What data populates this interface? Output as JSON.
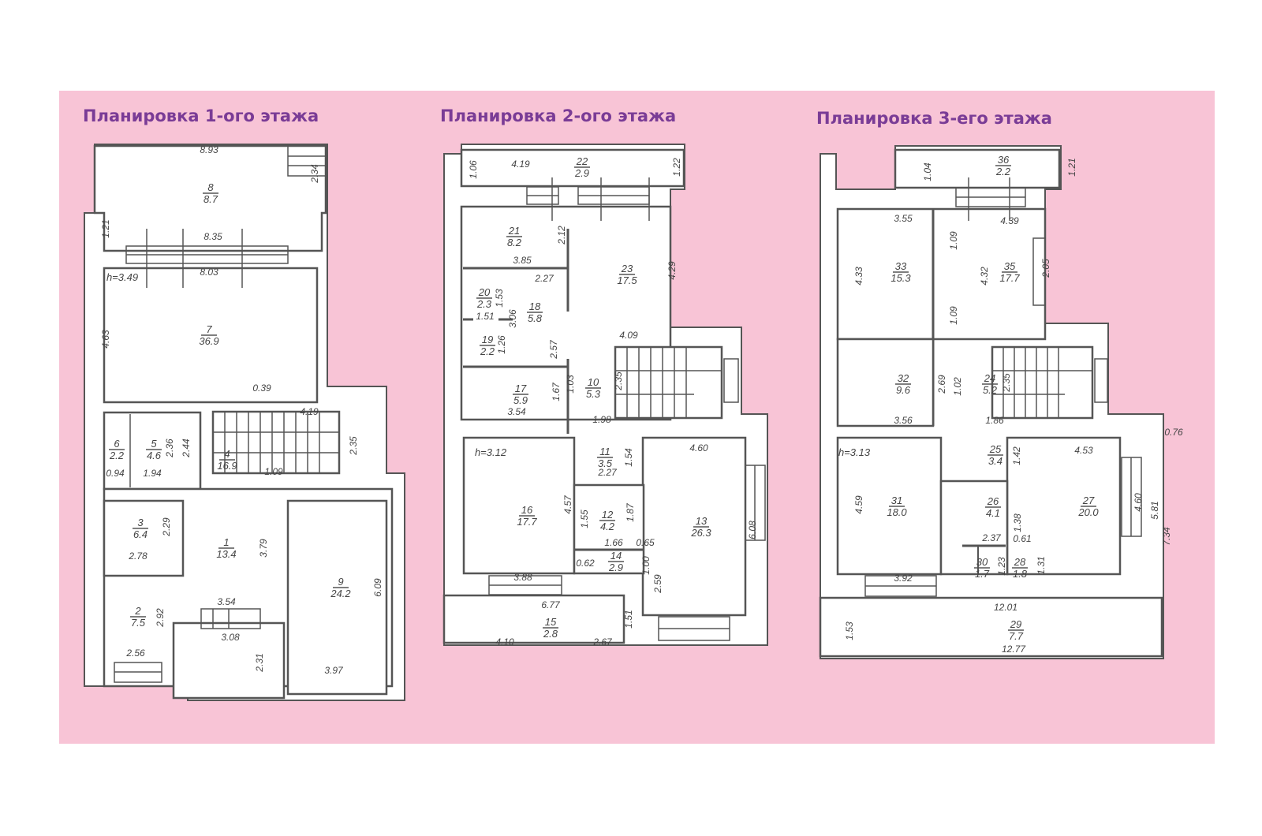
{
  "colors": {
    "background": "#f8c4d6",
    "title": "#7a3c96",
    "lines": "#555555"
  },
  "floors": [
    {
      "title": "Планировка 1-ого этажа",
      "height": "h=3.49",
      "rooms": [
        {
          "no": "8",
          "area": "8.7"
        },
        {
          "no": "7",
          "area": "36.9"
        },
        {
          "no": "6",
          "area": "2.2"
        },
        {
          "no": "5",
          "area": "4.6"
        },
        {
          "no": "4",
          "area": "16.9"
        },
        {
          "no": "3",
          "area": "6.4"
        },
        {
          "no": "1",
          "area": "13.4"
        },
        {
          "no": "9",
          "area": "24.2"
        },
        {
          "no": "2",
          "area": "7.5"
        }
      ],
      "dims": [
        "8.93",
        "2.34",
        "1.21",
        "8.35",
        "8.03",
        "4.63",
        "0.39",
        "4.19",
        "2.35",
        "2.36",
        "2.44",
        "0.94",
        "1.94",
        "1.09",
        "2.29",
        "2.78",
        "3.79",
        "6.09",
        "3.54",
        "2.92",
        "3.08",
        "2.56",
        "2.31",
        "3.97"
      ]
    },
    {
      "title": "Планировка 2-ого этажа",
      "height": "h=3.12",
      "rooms": [
        {
          "no": "22",
          "area": "2.9"
        },
        {
          "no": "21",
          "area": "8.2"
        },
        {
          "no": "23",
          "area": "17.5"
        },
        {
          "no": "20",
          "area": "2.3"
        },
        {
          "no": "18",
          "area": "5.8"
        },
        {
          "no": "19",
          "area": "2.2"
        },
        {
          "no": "17",
          "area": "5.9"
        },
        {
          "no": "10",
          "area": "5.3"
        },
        {
          "no": "16",
          "area": "17.7"
        },
        {
          "no": "11",
          "area": "3.5"
        },
        {
          "no": "12",
          "area": "4.2"
        },
        {
          "no": "13",
          "area": "26.3"
        },
        {
          "no": "14",
          "area": "2.9"
        },
        {
          "no": "15",
          "area": "2.8"
        }
      ],
      "dims": [
        "1.06",
        "4.19",
        "1.22",
        "2.12",
        "3.85",
        "2.27",
        "4.29",
        "1.53",
        "1.51",
        "3.06",
        "1.26",
        "4.09",
        "2.57",
        "1.03",
        "1.67",
        "2.35",
        "3.54",
        "1.98",
        "4.60",
        "1.54",
        "2.27",
        "4.57",
        "1.55",
        "1.87",
        "1.66",
        "0.65",
        "6.08",
        "0.62",
        "1.00",
        "3.88",
        "2.59",
        "6.77",
        "1.51",
        "4.10",
        "2.67"
      ]
    },
    {
      "title": "Планировка 3-его этажа",
      "height": "h=3.13",
      "rooms": [
        {
          "no": "36",
          "area": "2.2"
        },
        {
          "no": "33",
          "area": "15.3"
        },
        {
          "no": "35",
          "area": "17.7"
        },
        {
          "no": "32",
          "area": "9.6"
        },
        {
          "no": "24",
          "area": "5.2"
        },
        {
          "no": "25",
          "area": "3.4"
        },
        {
          "no": "31",
          "area": "18.0"
        },
        {
          "no": "26",
          "area": "4.1"
        },
        {
          "no": "27",
          "area": "20.0"
        },
        {
          "no": "30",
          "area": "1.7"
        },
        {
          "no": "28",
          "area": "1.8"
        },
        {
          "no": "29",
          "area": "7.7"
        }
      ],
      "dims": [
        "1.04",
        "1.21",
        "3.55",
        "4.39",
        "1.09",
        "4.33",
        "4.32",
        "2.05",
        "1.09",
        "2.69",
        "1.02",
        "2.35",
        "3.56",
        "1.86",
        "0.76",
        "4.53",
        "1.42",
        "4.59",
        "2.37",
        "1.38",
        "0.61",
        "4.60",
        "5.81",
        "7.34",
        "1.23",
        "1.31",
        "3.92",
        "12.01",
        "1.53",
        "12.77"
      ]
    }
  ]
}
